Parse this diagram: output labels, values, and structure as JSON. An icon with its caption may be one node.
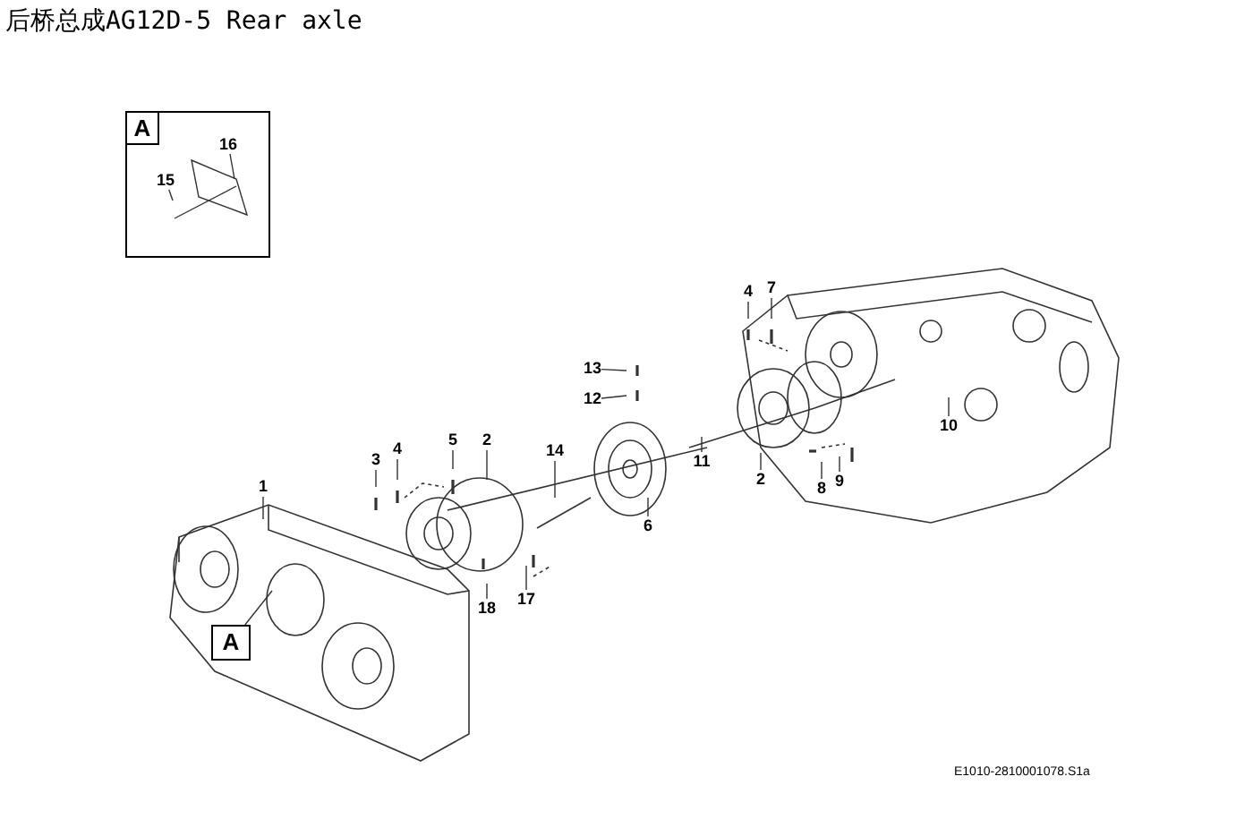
{
  "diagram": {
    "title": "后桥总成AG12D-5 Rear axle",
    "nodes": [
      {
        "text": [
          "A"
        ]
      },
      {
        "text": [
          "15"
        ],
        "in": 0
      },
      {
        "text": [
          "16"
        ],
        "in": 0
      },
      {
        "text": [
          "A"
        ]
      },
      {
        "text": [
          "1"
        ]
      },
      {
        "text": [
          "3"
        ]
      },
      {
        "text": [
          "4"
        ]
      },
      {
        "text": [
          "5"
        ]
      },
      {
        "text": [
          "2"
        ]
      },
      {
        "text": [
          "14"
        ]
      },
      {
        "text": [
          "13"
        ]
      },
      {
        "text": [
          "12"
        ]
      },
      {
        "text": [
          "6"
        ]
      },
      {
        "text": [
          "11"
        ]
      },
      {
        "text": [
          "2"
        ]
      },
      {
        "text": [
          "4"
        ]
      },
      {
        "text": [
          "7"
        ]
      },
      {
        "text": [
          "8"
        ]
      },
      {
        "text": [
          "9"
        ]
      },
      {
        "text": [
          "10"
        ]
      },
      {
        "text": [
          "18"
        ]
      },
      {
        "text": [
          "17"
        ]
      },
      {
        "text": [],
        "shape": "picture",
        "in": 0
      }
    ],
    "edges": [
      {
        "from": 1,
        "to": 22,
        "arrow": "none"
      },
      {
        "from": 2,
        "to": 22,
        "arrow": "none"
      },
      {
        "from": 3,
        "to": null,
        "arrow": "none"
      },
      {
        "from": 4,
        "to": null,
        "arrow": "none"
      },
      {
        "from": 5,
        "to": null,
        "arrow": "none"
      },
      {
        "from": 6,
        "to": null,
        "arrow": "none"
      },
      {
        "from": 7,
        "to": null,
        "arrow": "none"
      },
      {
        "from": 8,
        "to": null,
        "arrow": "none"
      },
      {
        "from": 9,
        "to": null,
        "arrow": "none"
      },
      {
        "from": 10,
        "to": null,
        "arrow": "none"
      },
      {
        "from": 11,
        "to": null,
        "arrow": "none"
      },
      {
        "from": 12,
        "to": null,
        "arrow": "none"
      },
      {
        "from": 13,
        "to": null,
        "arrow": "none"
      },
      {
        "from": 14,
        "to": null,
        "arrow": "none"
      },
      {
        "from": 15,
        "to": null,
        "arrow": "none"
      },
      {
        "from": 16,
        "to": null,
        "arrow": "none"
      },
      {
        "from": 17,
        "to": null,
        "arrow": "none"
      },
      {
        "from": 18,
        "to": null,
        "arrow": "none"
      },
      {
        "from": 19,
        "to": null,
        "arrow": "none"
      },
      {
        "from": 20,
        "to": null,
        "arrow": "none"
      },
      {
        "from": 21,
        "to": null,
        "arrow": "none"
      }
    ],
    "labels": [
      "E1010-2810001078.S1a"
    ]
  }
}
